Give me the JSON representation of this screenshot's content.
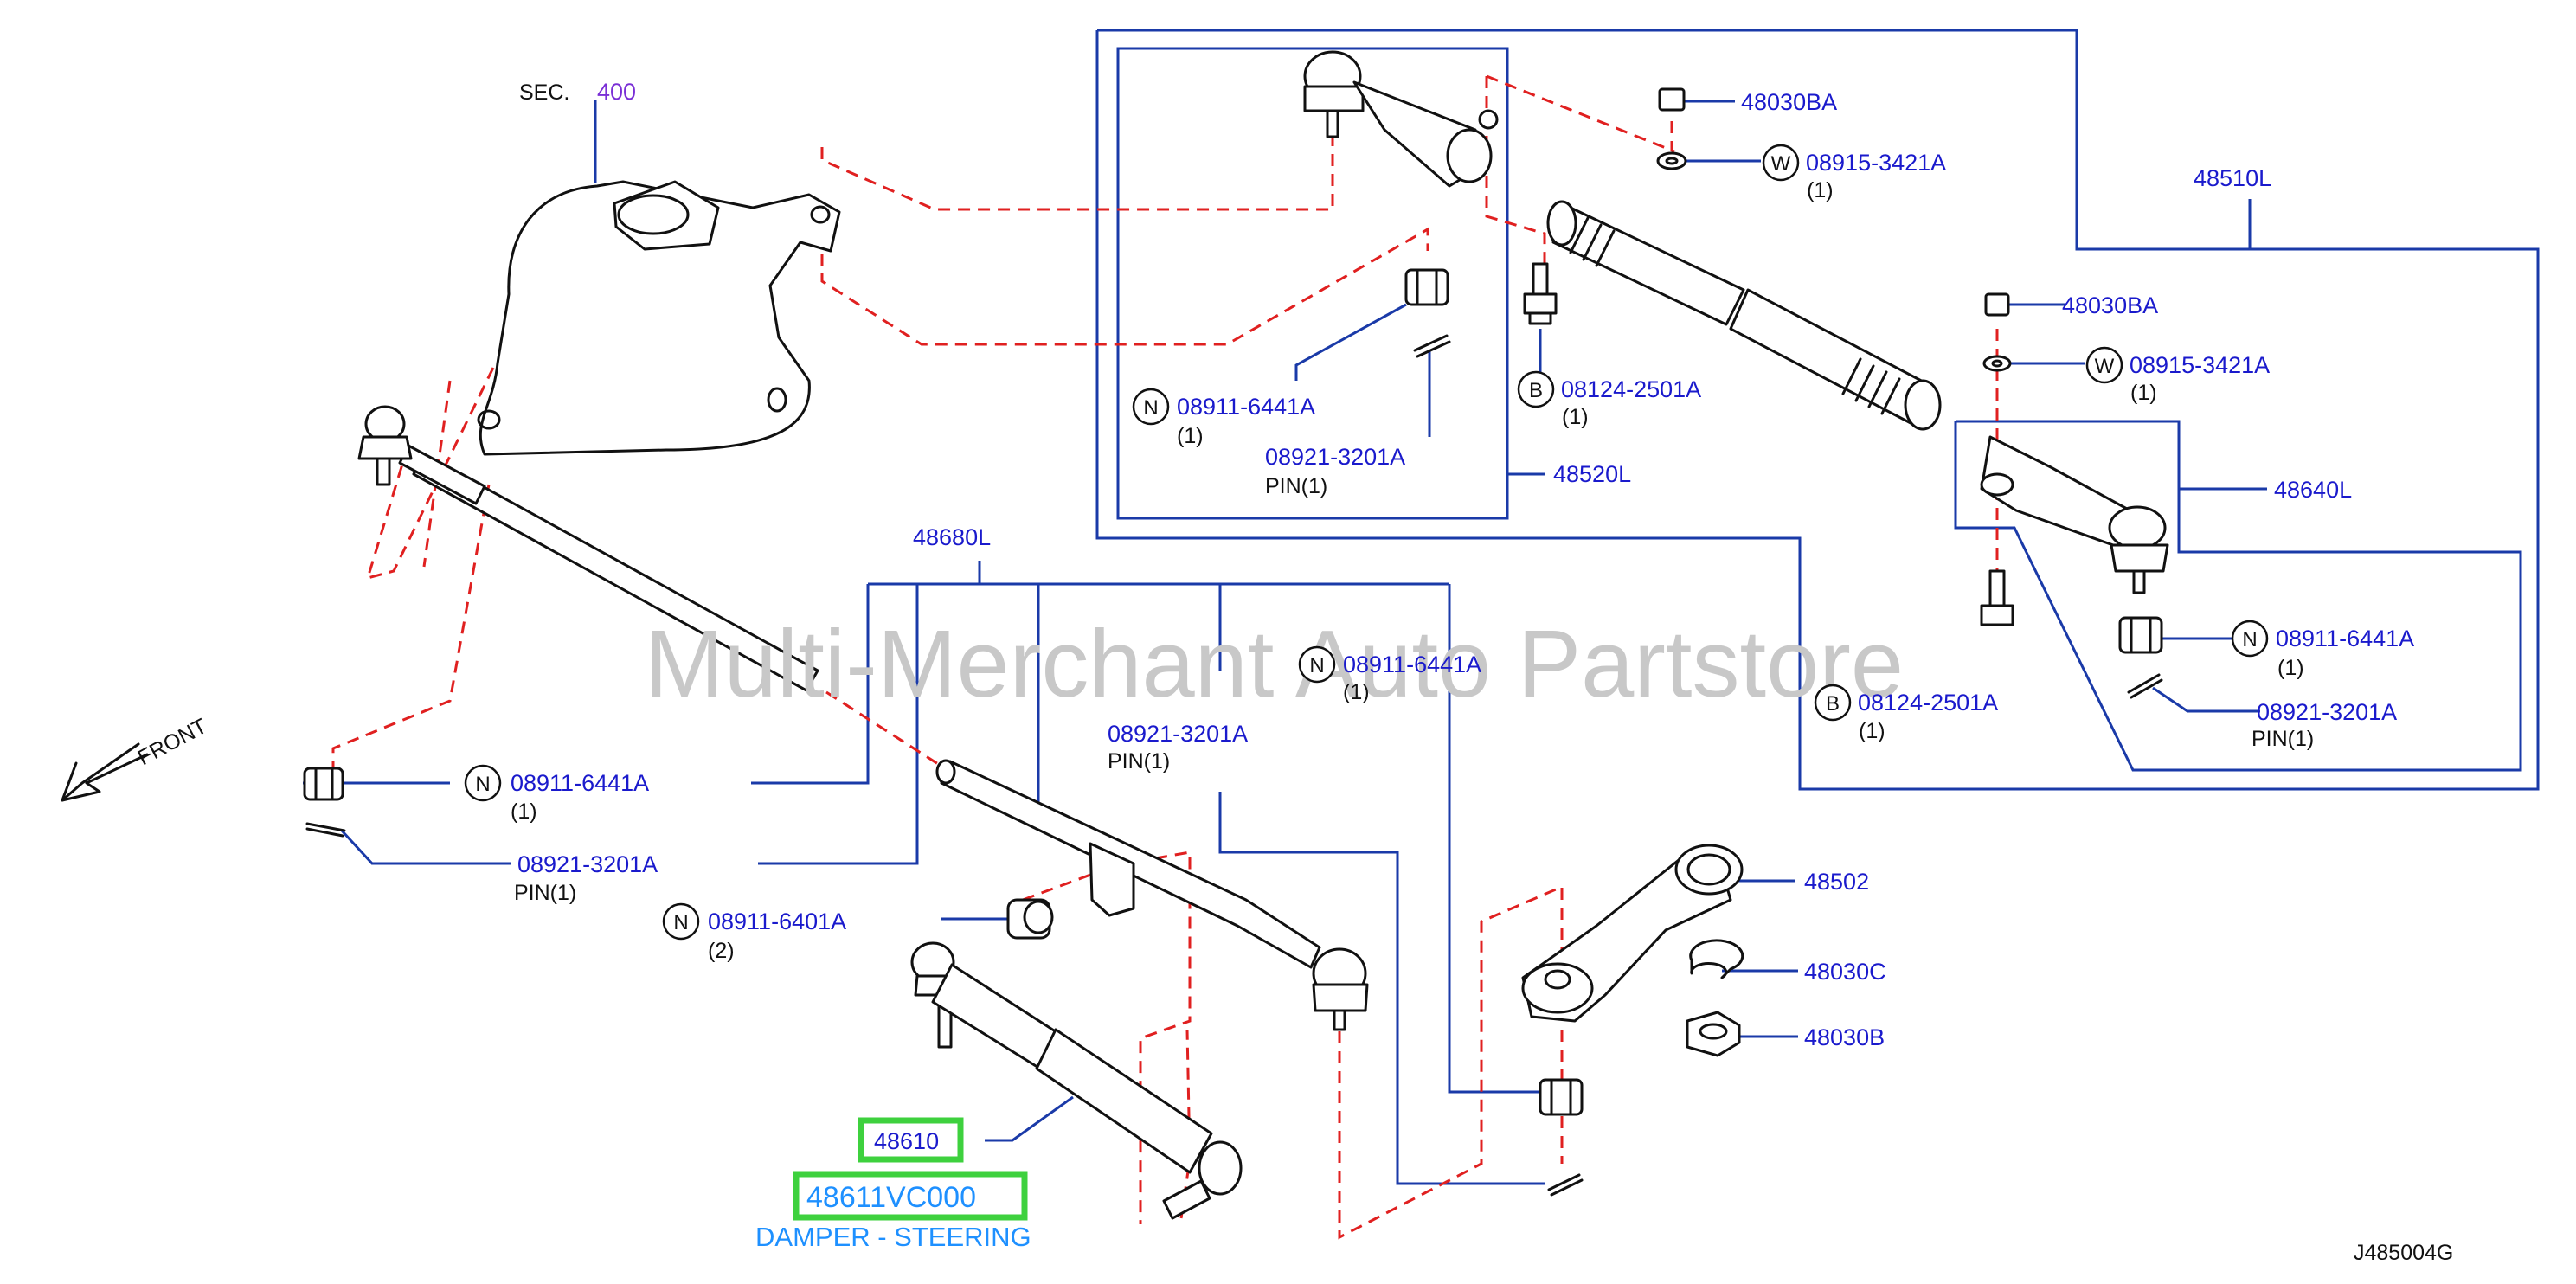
{
  "section": {
    "label": "SEC.",
    "number": "400"
  },
  "front_label": "FRONT",
  "watermark": "Multi-Merchant Auto Partstore",
  "diagram_code": "J485004G",
  "highlight": {
    "part": "48610",
    "part_number": "48611VC000",
    "description": "DAMPER - STEERING",
    "box_color": "#3ed13e"
  },
  "colors": {
    "part_text": "#1a1acc",
    "leader": "#1a3aa8",
    "dashed": "#e02020",
    "highlight_text": "#1e90ff"
  },
  "labels": {
    "p48510L": "48510L",
    "p48520L": "48520L",
    "p48640L": "48640L",
    "p48680L": "48680L",
    "p48502": "48502",
    "p48030C": "48030C",
    "p48030B": "48030B",
    "nut_top": {
      "code": "48030BA"
    },
    "washer_top": {
      "symbol": "W",
      "code": "08915-3421A",
      "qty": "(1)"
    },
    "nut_right": {
      "code": "48030BA"
    },
    "washer_right": {
      "symbol": "W",
      "code": "08915-3421A",
      "qty": "(1)"
    },
    "bolt_mid": {
      "symbol": "B",
      "code": "08124-2501A",
      "qty": "(1)"
    },
    "bolt_right": {
      "symbol": "B",
      "code": "08124-2501A",
      "qty": "(1)"
    },
    "nut_inner": {
      "symbol": "N",
      "code": "08911-6441A",
      "qty": "(1)"
    },
    "pin_inner": {
      "code": "08921-3201A",
      "extra": "PIN(1)"
    },
    "nut_far_right": {
      "symbol": "N",
      "code": "08911-6441A",
      "qty": "(1)"
    },
    "pin_far_right": {
      "code": "08921-3201A",
      "extra": "PIN(1)"
    },
    "nut_center": {
      "symbol": "N",
      "code": "08911-6441A",
      "qty": "(1)"
    },
    "pin_center": {
      "code": "08921-3201A",
      "extra": "PIN(1)"
    },
    "nut_left": {
      "symbol": "N",
      "code": "08911-6441A",
      "qty": "(1)"
    },
    "pin_left": {
      "code": "08921-3201A",
      "extra": "PIN(1)"
    },
    "nut_6401": {
      "symbol": "N",
      "code": "08911-6401A",
      "qty": "(2)"
    }
  }
}
